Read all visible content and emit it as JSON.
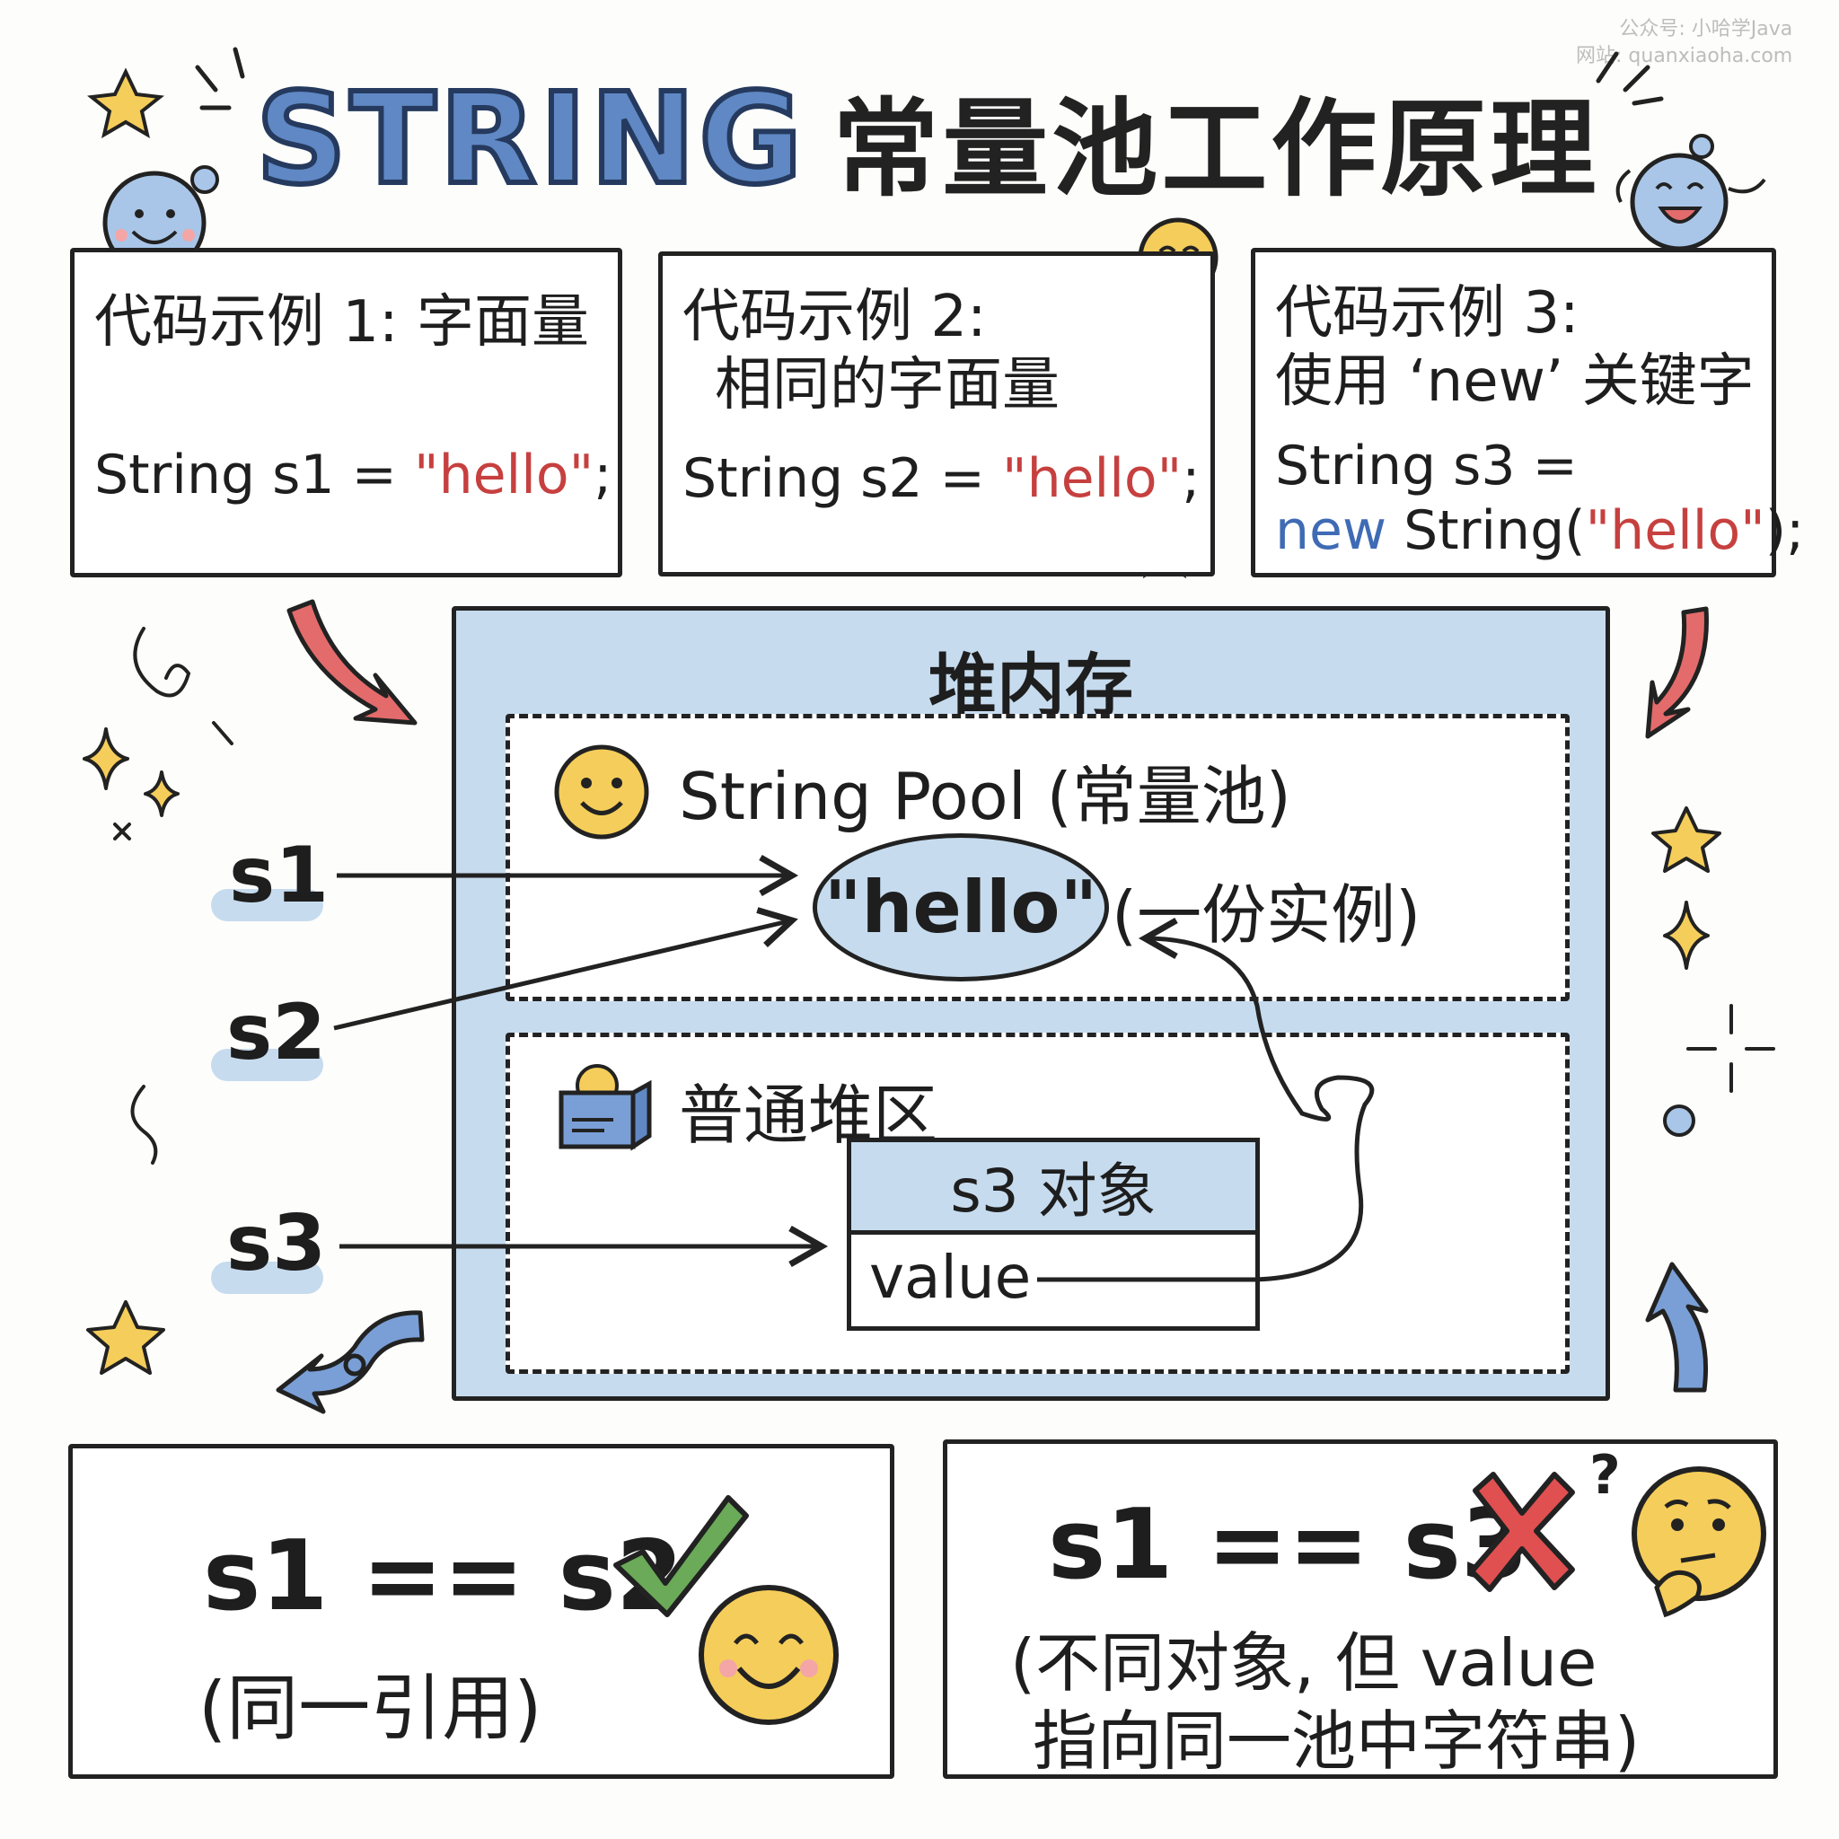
{
  "watermark": {
    "line1": "公众号: 小哈学Java",
    "line2": "网站: quanxiaoha.com"
  },
  "title": {
    "en": "STRING",
    "zh": "常量池工作原理"
  },
  "examples": [
    {
      "header": [
        "代码示例 1: 字面量"
      ],
      "code": {
        "prefix": "String s1 = ",
        "literal": "\"hello\"",
        "suffix": ";"
      }
    },
    {
      "header": [
        "代码示例 2:",
        "相同的字面量"
      ],
      "code": {
        "prefix": "String s2 = ",
        "literal": "\"hello\"",
        "suffix": ";"
      }
    },
    {
      "header": [
        "代码示例 3:",
        "使用 ‘new’ 关键字"
      ],
      "code_line1": "String s3 =",
      "code_line2": {
        "keyword": "new",
        "mid": " String(",
        "literal": "\"hello\"",
        "suffix": ");"
      }
    }
  ],
  "heap": {
    "title": "堆内存",
    "pool": {
      "title": "String Pool (常量池)",
      "literal": "\"hello\"",
      "note": "(一份实例)"
    },
    "normal": {
      "title": "普通堆区",
      "object_title": "s3 对象",
      "field": "value"
    }
  },
  "variables": [
    "s1",
    "s2",
    "s3"
  ],
  "results": [
    {
      "expr": "s1 == s2",
      "note": "(同一引用)",
      "mark": "check-icon",
      "color": "#6aaa58"
    },
    {
      "expr": "s1 == s3",
      "note_line1": "(不同对象, 但 value",
      "note_line2": "指向同一池中字符串)",
      "mark": "cross-icon",
      "color": "#e05050"
    }
  ],
  "colors": {
    "string": "#c6403f",
    "keyword": "#3f6bb5",
    "heap_bg": "#c6dbee",
    "title_blue": "#5f88c4",
    "smiley": "#f5cd5a"
  }
}
